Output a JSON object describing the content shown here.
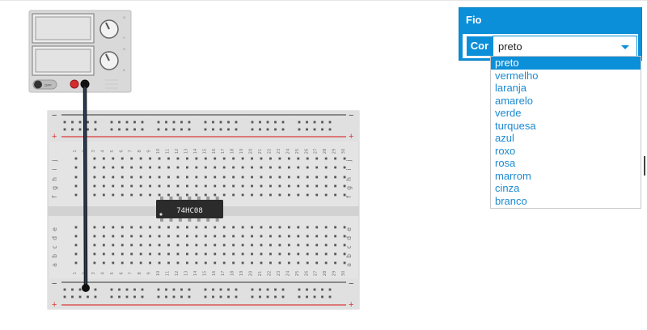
{
  "power_supply": {
    "off_label": "OFF",
    "small_markings": [
      "O",
      "V",
      "O",
      "A"
    ]
  },
  "breadboard": {
    "columns": 30,
    "rows_top": [
      "j",
      "i",
      "h",
      "g",
      "f"
    ],
    "rows_bottom": [
      "e",
      "d",
      "c",
      "b",
      "a"
    ],
    "chip_label": "74HC08",
    "plus_sign": "+",
    "minus_sign": "−"
  },
  "wire_panel": {
    "title": "Fio",
    "color_label": "Cor",
    "selected_color": "preto",
    "color_options": [
      "preto",
      "vermelho",
      "laranja",
      "amarelo",
      "verde",
      "turquesa",
      "azul",
      "roxo",
      "rosa",
      "marrom",
      "cinza",
      "branco"
    ]
  },
  "colors": {
    "accent": "#0c8fd9",
    "wire": "#2a3b55",
    "rail_red": "#d93a3a"
  }
}
